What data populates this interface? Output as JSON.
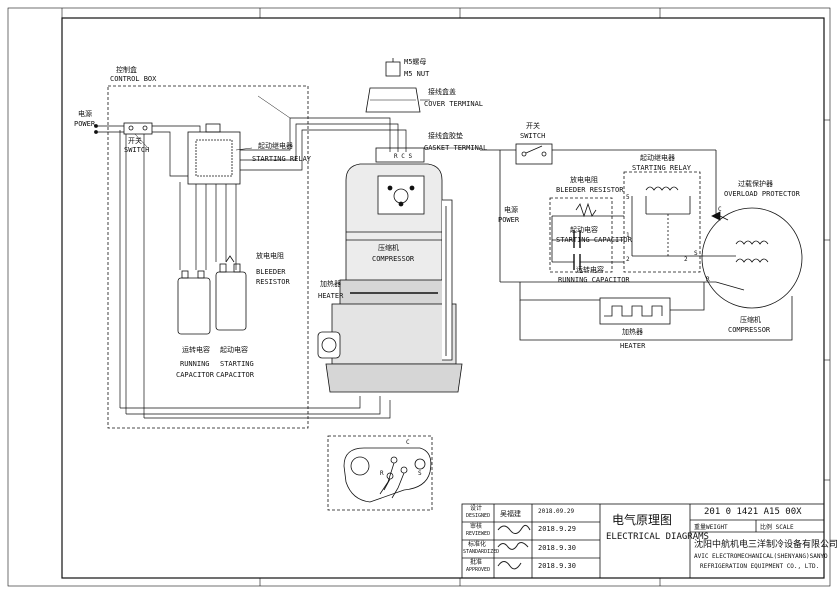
{
  "labels": {
    "control_box_cn": "控制盒",
    "control_box_en": "CONTROL BOX",
    "power_cn": "电源",
    "power_en": "POWER",
    "switch_cn": "开关",
    "switch_en": "SWITCH",
    "starting_relay_cn": "起动继电器",
    "starting_relay_en": "STARTING RELAY",
    "bleeder_cn": "放电电阻",
    "bleeder_en_1": "BLEEDER",
    "bleeder_en_2": "RESISTOR",
    "running_cap_cn": "运转电容",
    "running_cap_en_1": "RUNNING",
    "running_cap_en_2": "CAPACITOR",
    "starting_cap_cn": "起动电容",
    "starting_cap_en_1": "STARTING",
    "starting_cap_en_2": "CAPACITOR",
    "m5_nut_cn": "M5螺母",
    "m5_nut_en": "M5 NUT",
    "cover_terminal_cn": "接线盒盖",
    "cover_terminal_en": "COVER TERMINAL",
    "gasket_terminal_cn": "接线盒胶垫",
    "gasket_terminal_en": "GASKET TERMINAL",
    "compressor_cn": "压缩机",
    "compressor_en": "COMPRESSOR",
    "heater_cn": "加热器",
    "heater_en": "HEATER",
    "terminal_rcs": "R C S",
    "terminal_c": "C",
    "terminal_s": "S",
    "terminal_r": "R"
  },
  "schematic": {
    "switch_cn": "开关",
    "switch_en": "SWITCH",
    "power_cn": "电源",
    "power_en": "POWER",
    "bleeder_cn": "放电电阻",
    "bleeder_en": "BLEEDER RESISTOR",
    "starting_cap_cn": "起动电容",
    "starting_cap_en": "STARTING CAPACITOR",
    "running_cap_cn": "运转电容",
    "running_cap_en": "RUNNING CAPACITOR",
    "relay_cn": "起动继电器",
    "relay_en": "STARTING RELAY",
    "overload_cn": "过载保护器",
    "overload_en": "OVERLOAD PROTECTOR",
    "heater_cn": "加热器",
    "heater_en": "HEATER",
    "compressor_cn": "压缩机",
    "compressor_en": "COMPRESSOR",
    "pin_5": "5",
    "pin_1": "1",
    "pin_2a": "2",
    "pin_2b": "2",
    "pin_c": "C",
    "pin_s": "S",
    "pin_r": "R"
  },
  "title_block": {
    "designed_cn": "设计",
    "designed_en": "DESIGNED",
    "reviewed_cn": "审核",
    "reviewed_en": "REVIEWED",
    "standardized_cn": "标准化",
    "standardized_en": "STANDARDIZED",
    "approved_cn": "批准",
    "approved_en": "APPROVED",
    "designer": "吴福建",
    "date_designed": "2018.09.29",
    "date_reviewed": "2018.9.29",
    "date_standardized": "2018.9.30",
    "date_approved": "2018.9.30",
    "title_cn": "电气原理图",
    "title_en": "ELECTRICAL DIAGRAMS",
    "drawing_no": "201 0 1421 A15 00X",
    "weight_label": "重量WEIGHT",
    "scale_label": "比例 SCALE",
    "company_cn": "沈阳中航机电三洋制冷设备有限公司",
    "company_en_1": "AVIC ELECTROMECHANICAL(SHENYANG)SANYO",
    "company_en_2": "REFRIGERATION EQUIPMENT CO., LTD."
  },
  "colors": {
    "ink": "#111111",
    "paper": "#ffffff",
    "compressor_fill": "#d6d6d6"
  }
}
